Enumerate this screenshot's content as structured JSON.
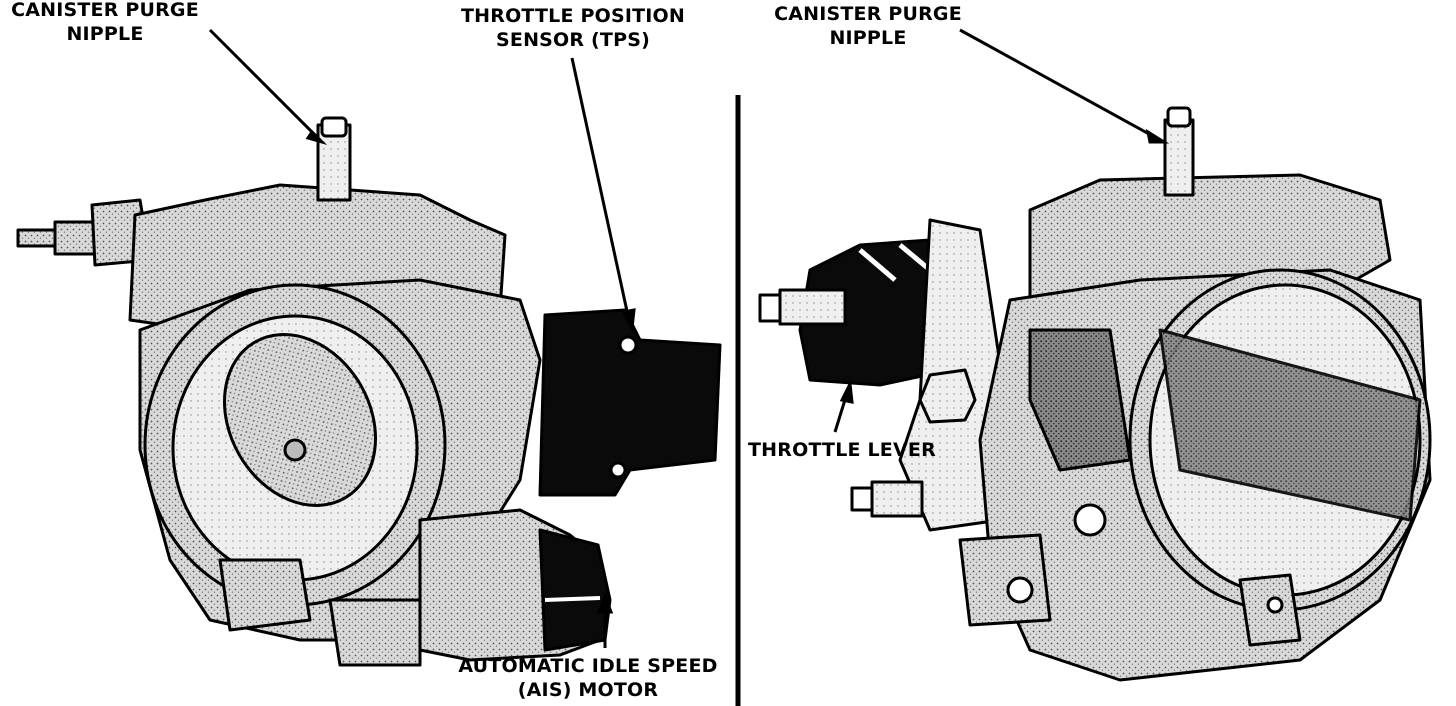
{
  "figure": {
    "left_panel": {
      "canister_label": {
        "line1": "CANISTER PURGE",
        "line2": "NIPPLE"
      },
      "tps_label": {
        "line1": "THROTTLE POSITION",
        "line2": "SENSOR (TPS)"
      },
      "ais_label": {
        "line1": "AUTOMATIC IDLE SPEED",
        "line2": "(AIS) MOTOR"
      }
    },
    "right_panel": {
      "canister_label": {
        "line1": "CANISTER PURGE",
        "line2": "NIPPLE"
      },
      "lever_label": "THROTTLE LEVER"
    }
  }
}
